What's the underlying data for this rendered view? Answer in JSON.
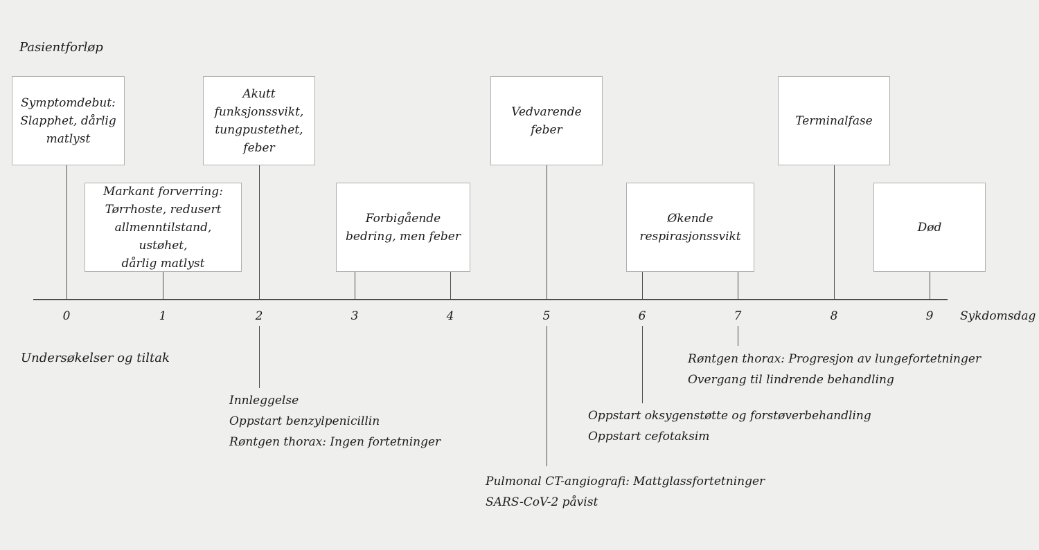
{
  "title": "Pasientforløp",
  "lower_section_label": "Undersøkelser og tiltak",
  "axis": {
    "label": "Sykdomsdag",
    "ticks": [
      "0",
      "1",
      "2",
      "3",
      "4",
      "5",
      "6",
      "7",
      "8",
      "9"
    ]
  },
  "events": [
    {
      "day": "0",
      "label": [
        "Symptomdebut:",
        "Slapphet, dårlig",
        "matlyst"
      ]
    },
    {
      "day": "1",
      "label": [
        "Markant forverring:",
        "Tørrhoste, redusert",
        "allmenntilstand, ustøhet,",
        "dårlig matlyst"
      ]
    },
    {
      "day": "2",
      "label": [
        "Akutt",
        "funksjonssvikt,",
        "tungpustethet,",
        "feber"
      ]
    },
    {
      "day": "3-4",
      "label": [
        "Forbigående",
        "bedring, men feber"
      ]
    },
    {
      "day": "5",
      "label": [
        "Vedvarende",
        "feber"
      ]
    },
    {
      "day": "6-7",
      "label": [
        "Økende",
        "respirasjonssvikt"
      ]
    },
    {
      "day": "8",
      "label": [
        "Terminalfase"
      ]
    },
    {
      "day": "9",
      "label": [
        "Død"
      ]
    }
  ],
  "annotations": [
    {
      "day": "2",
      "lines": [
        "Innleggelse",
        "Oppstart benzylpenicillin",
        "Røntgen thorax: Ingen fortetninger"
      ]
    },
    {
      "day": "5",
      "lines": [
        "Pulmonal CT-angiografi: Mattglassfortetninger",
        "SARS-CoV-2 påvist"
      ]
    },
    {
      "day": "6",
      "lines": [
        "Oppstart oksygenstøtte og forstøverbehandling",
        "Oppstart cefotaksim"
      ]
    },
    {
      "day": "7",
      "lines": [
        "Røntgen thorax: Progresjon av lungefortetninger",
        "Overgang til lindrende behandling"
      ]
    }
  ],
  "colors": {
    "bg": "#efefed",
    "box-bg": "#ffffff",
    "box-border": "#b0b0ae",
    "line": "#4d4d4d",
    "text": "#1c1c1c"
  }
}
